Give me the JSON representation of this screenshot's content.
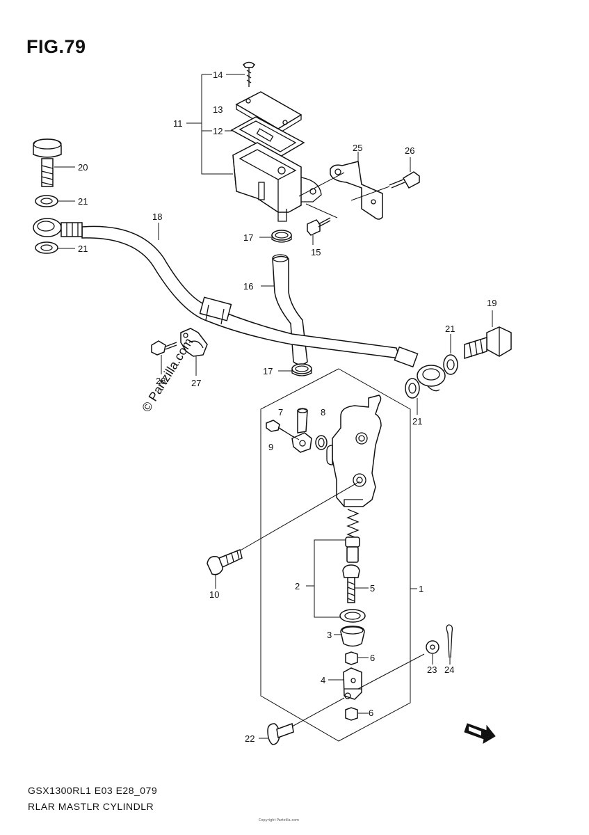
{
  "figure": {
    "title": "FIG.79",
    "model_code": "GSX1300RL1 E03 E28_079",
    "section_name": "RLAR MASTLR CYLINDLR",
    "watermark": "© Partzilla.com",
    "footer_fine_print": "Copyright Partzilla.com"
  },
  "callouts": [
    {
      "id": "c1",
      "label": "1"
    },
    {
      "id": "c2",
      "label": "2"
    },
    {
      "id": "c3",
      "label": "3"
    },
    {
      "id": "c4",
      "label": "4"
    },
    {
      "id": "c5",
      "label": "5"
    },
    {
      "id": "c6a",
      "label": "6"
    },
    {
      "id": "c6b",
      "label": "6"
    },
    {
      "id": "c7",
      "label": "7"
    },
    {
      "id": "c8",
      "label": "8"
    },
    {
      "id": "c9",
      "label": "9"
    },
    {
      "id": "c10",
      "label": "10"
    },
    {
      "id": "c11",
      "label": "11"
    },
    {
      "id": "c12",
      "label": "12"
    },
    {
      "id": "c13",
      "label": "13"
    },
    {
      "id": "c14",
      "label": "14"
    },
    {
      "id": "c15",
      "label": "15"
    },
    {
      "id": "c16",
      "label": "16"
    },
    {
      "id": "c17a",
      "label": "17"
    },
    {
      "id": "c17b",
      "label": "17"
    },
    {
      "id": "c18",
      "label": "18"
    },
    {
      "id": "c19",
      "label": "19"
    },
    {
      "id": "c20",
      "label": "20"
    },
    {
      "id": "c21a",
      "label": "21"
    },
    {
      "id": "c21b",
      "label": "21"
    },
    {
      "id": "c21c",
      "label": "21"
    },
    {
      "id": "c21d",
      "label": "21"
    },
    {
      "id": "c22",
      "label": "22"
    },
    {
      "id": "c23",
      "label": "23"
    },
    {
      "id": "c24",
      "label": "24"
    },
    {
      "id": "c25",
      "label": "25"
    },
    {
      "id": "c26",
      "label": "26"
    },
    {
      "id": "c27",
      "label": "27"
    },
    {
      "id": "c28",
      "label": "28"
    }
  ]
}
